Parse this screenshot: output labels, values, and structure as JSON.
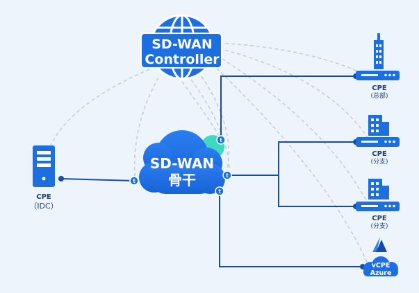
{
  "controller": {
    "line1": "SD-WAN",
    "line2": "Controller",
    "icon": "globe-icon"
  },
  "backbone": {
    "line1": "SD-WAN",
    "line2": "骨干",
    "icon": "cloud-icon"
  },
  "idc": {
    "label": "CPE",
    "sublabel": "（IDC）",
    "icon": "server-tower-icon"
  },
  "headquarters": {
    "label": "CPE",
    "sublabel": "(总部)",
    "icon": "skyscraper-icon"
  },
  "branch1": {
    "label": "CPE",
    "sublabel": "(分支)",
    "icon": "office-building-icon"
  },
  "branch2": {
    "label": "CPE",
    "sublabel": "(分支)",
    "icon": "office-building-icon"
  },
  "azure": {
    "label1": "vCPE",
    "label2": "Azure",
    "icon": "azure-logo-icon"
  },
  "badge": {
    "letter": "t"
  },
  "colors": {
    "background": "#eef4fc",
    "primary": "#1d6fe0",
    "dark": "#154ca8",
    "teal": "#3fd8c0",
    "dashed": "#c8ccd4"
  }
}
